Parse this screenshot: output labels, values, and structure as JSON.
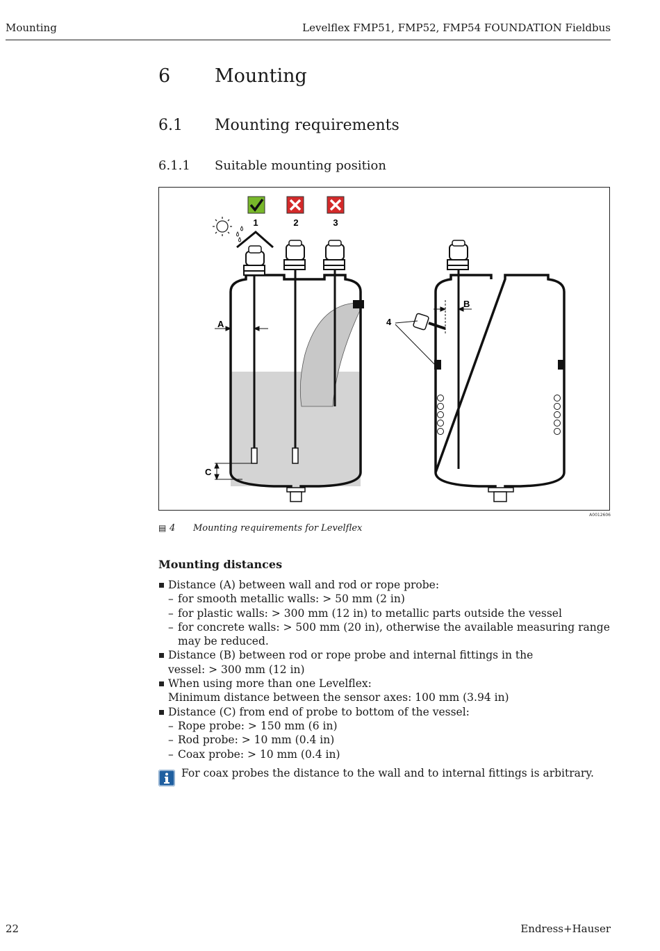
{
  "header": {
    "section": "Mounting",
    "product": "Levelflex FMP51, FMP52, FMP54 FOUNDATION Fieldbus"
  },
  "headings": {
    "h1_num": "6",
    "h1_text": "Mounting",
    "h2_num": "6.1",
    "h2_text": "Mounting requirements",
    "h3_num": "6.1.1",
    "h3_text": "Suitable mounting position"
  },
  "figure": {
    "labels": {
      "one": "1",
      "two": "2",
      "three": "3",
      "four": "4",
      "a": "A",
      "b": "B",
      "c": "C"
    },
    "id": "A0012606",
    "caption_num": "4",
    "caption_text": "Mounting requirements for Levelflex",
    "colors": {
      "check": "#78b82a",
      "cross": "#d42a2a",
      "fluid": "#d4d4d4"
    }
  },
  "mounting_distances": {
    "title": "Mounting distances",
    "item1": "Distance (A) between wall and rod or rope probe:",
    "item1_sub1": "for smooth metallic walls: > 50 mm (2 in)",
    "item1_sub2": "for plastic walls: > 300 mm (12 in) to metallic parts outside the vessel",
    "item1_sub3": "for concrete walls: > 500 mm (20 in), otherwise the available measuring range may be reduced.",
    "item2": "Distance (B) between rod or rope probe and internal fittings in the vessel: > 300 mm (12 in)",
    "item3": "When using more than one Levelflex:",
    "item3_cont": "Minimum distance between the sensor axes: 100 mm (3.94 in)",
    "item4": "Distance (C) from end of probe to bottom of the vessel:",
    "item4_sub1": "Rope probe: > 150 mm (6 in)",
    "item4_sub2": "Rod probe: > 10 mm (0.4 in)",
    "item4_sub3": "Coax probe: > 10 mm (0.4 in)"
  },
  "note": {
    "text": "For coax probes the distance to the wall and to internal fittings is arbitrary."
  },
  "footer": {
    "page": "22",
    "brand": "Endress+Hauser"
  }
}
